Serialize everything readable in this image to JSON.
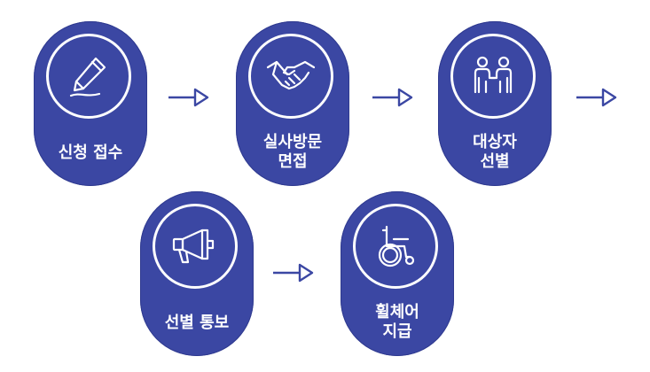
{
  "colors": {
    "step_fill": "#3b47a3",
    "icon_stroke": "#ffffff",
    "arrow": "#3b47a3"
  },
  "steps": [
    {
      "label": "신청 접수",
      "icon": "pen-icon"
    },
    {
      "label": "실사방문\n면접",
      "icon": "handshake-icon"
    },
    {
      "label": "대상자\n선별",
      "icon": "people-meeting-icon"
    },
    {
      "label": "선별 통보",
      "icon": "megaphone-icon"
    },
    {
      "label": "휠체어\n지급",
      "icon": "wheelchair-icon"
    }
  ]
}
